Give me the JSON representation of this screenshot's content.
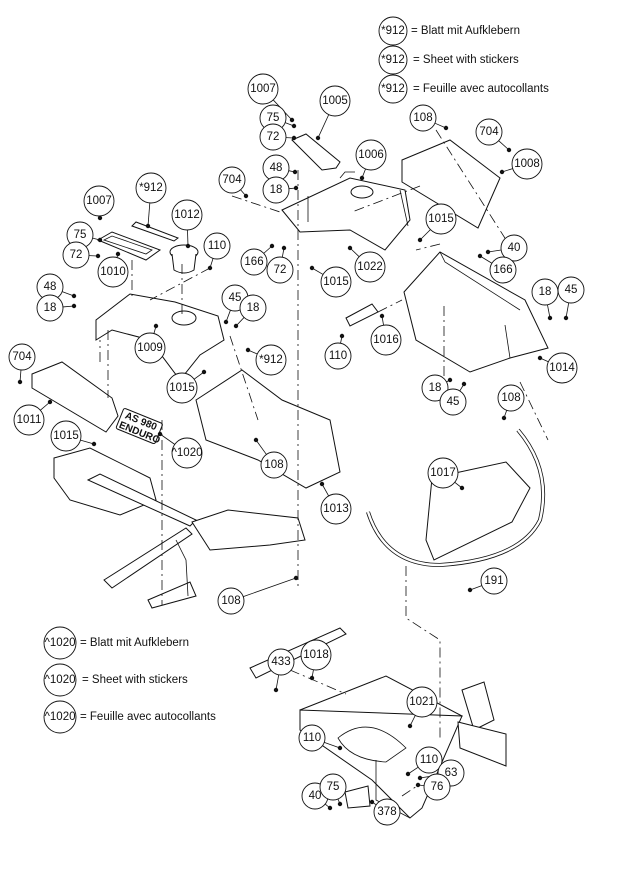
{
  "diagram": {
    "legend_912": {
      "ref": "*912",
      "entries": [
        "= Blatt mit Aufklebern",
        "= Sheet with stickers",
        "= Feuille avec autocollants"
      ]
    },
    "legend_1020": {
      "ref": "^1020",
      "entries": [
        "= Blatt mit Aufklebern",
        "= Sheet with stickers",
        "= Feuille avec autocollants"
      ]
    },
    "plate_label": [
      "AS 980",
      "ENDURO"
    ],
    "callouts": [
      "1007",
      "1005",
      "75",
      "72",
      "108",
      "704",
      "1006",
      "1008",
      "48",
      "18",
      "704",
      "*912",
      "1007",
      "1012",
      "75",
      "72",
      "110",
      "1010",
      "166",
      "72",
      "1015",
      "1022",
      "1015",
      "40",
      "166",
      "48",
      "18",
      "45",
      "18",
      "18",
      "45",
      "1016",
      "1009",
      "*912",
      "110",
      "1014",
      "704",
      "1015",
      "18",
      "45",
      "108",
      "1011",
      "1015",
      "^1020",
      "108",
      "1013",
      "1017",
      "191",
      "108",
      "433",
      "1018",
      "1021",
      "110",
      "110",
      "63",
      "76",
      "40",
      "75",
      "378"
    ]
  }
}
